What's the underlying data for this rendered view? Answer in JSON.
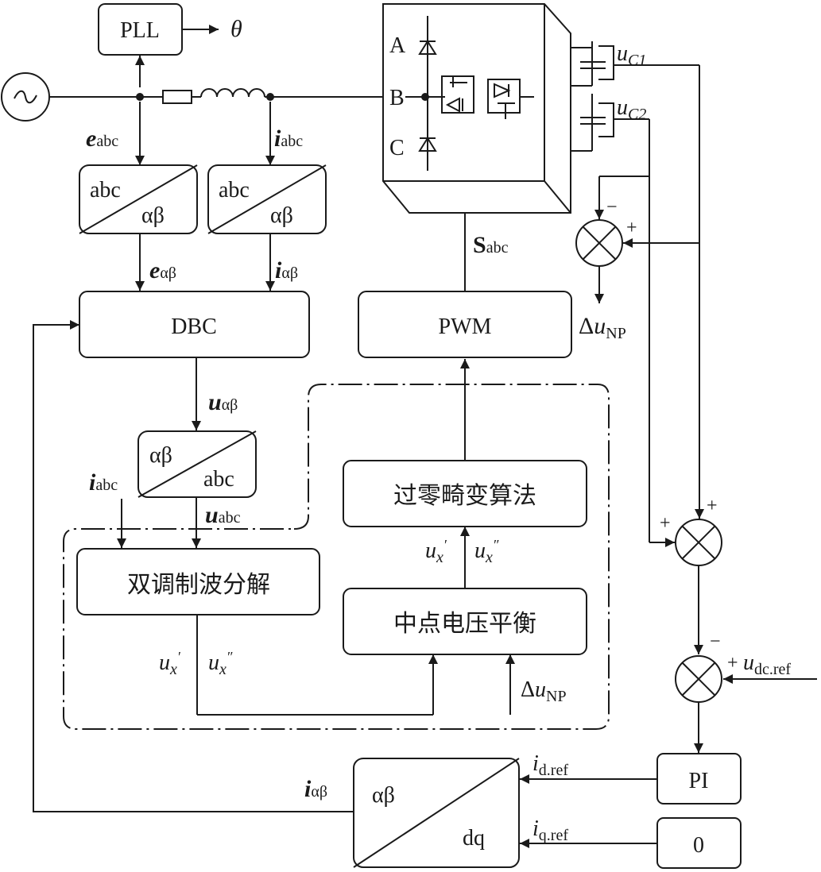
{
  "blocks": {
    "pll": "PLL",
    "theta": "θ",
    "dbc": "DBC",
    "pwm": "PWM",
    "abc": "abc",
    "alphabeta": "αβ",
    "dq": "dq",
    "zero_cross": "过零畸变算法",
    "dual_mod": "双调制波分解",
    "np_balance": "中点电压平衡",
    "pi": "PI",
    "zero": "0"
  },
  "bridge": {
    "phase_a": "A",
    "phase_b": "B",
    "phase_c": "C"
  },
  "signals": {
    "e_sym": "e",
    "i_sym": "i",
    "u_sym": "u",
    "s_sym": "S",
    "sub_abc": "abc",
    "sub_alphabeta": "αβ",
    "u_c1_sub": "C1",
    "u_c2_sub": "C2",
    "delta": "Δ",
    "np_sub": "NP",
    "ux": "x",
    "prime": "′",
    "dprime": "″",
    "dc_ref_sub": "dc.ref",
    "d_ref_sub": "d.ref",
    "q_ref_sub": "q.ref"
  },
  "signs": {
    "plus": "+",
    "minus": "−"
  }
}
